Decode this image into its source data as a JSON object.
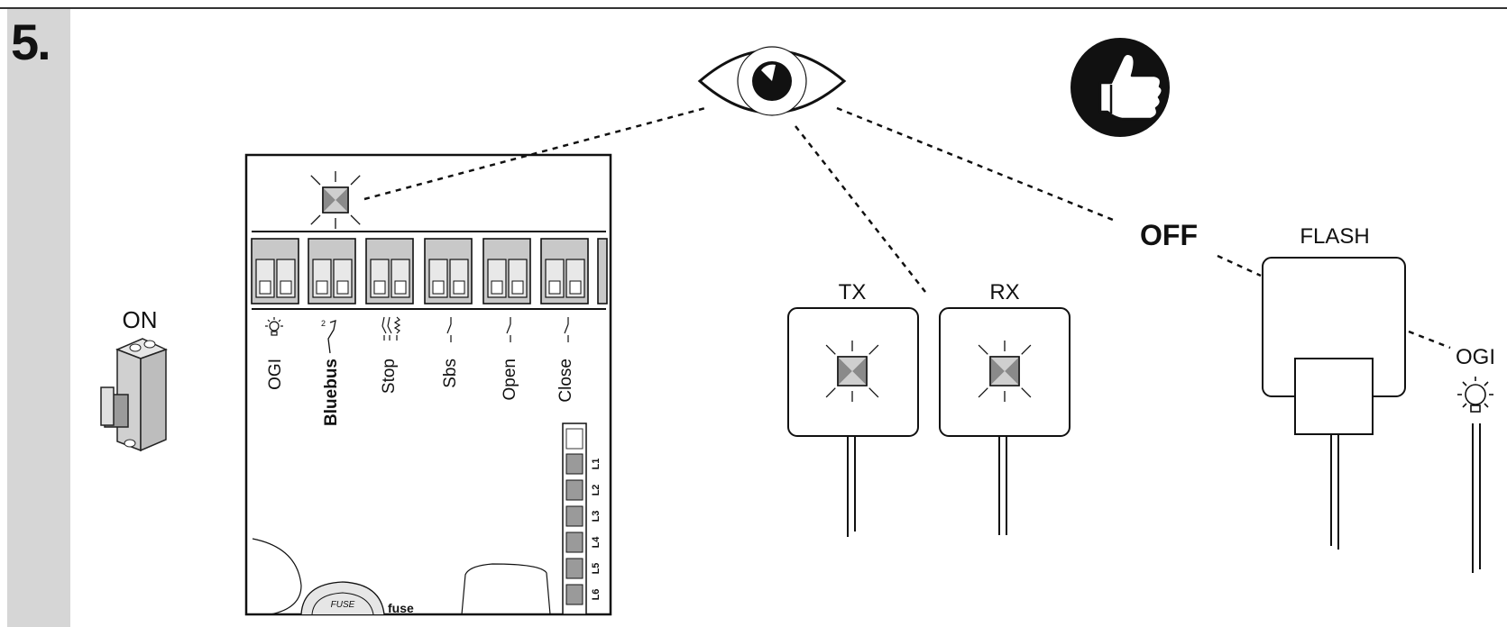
{
  "step": {
    "number": "5."
  },
  "switch": {
    "label": "ON"
  },
  "board": {
    "terminals": [
      "OGI",
      "Bluebus",
      "Stop",
      "Sbs",
      "Open",
      "Close"
    ],
    "bluebus_mark": "2",
    "leds": [
      "L1",
      "L2",
      "L3",
      "L4",
      "L5",
      "L6"
    ],
    "fuse_cap": "FUSE",
    "fuse_label": "fuse"
  },
  "photocells": {
    "tx_label": "TX",
    "rx_label": "RX"
  },
  "flash": {
    "label": "FLASH",
    "state": "OFF"
  },
  "lamp": {
    "label": "OGI"
  },
  "icons": [
    "eye-icon",
    "thumbs-up-icon",
    "circuit-breaker-icon",
    "blinking-led-icon",
    "lamp-icon",
    "switch-icon",
    "resistor-icon"
  ],
  "colors": {
    "ink": "#111111",
    "panel": "#d6d6d6",
    "terminal": "#c8c8c8",
    "led": "#9a9a9a"
  }
}
